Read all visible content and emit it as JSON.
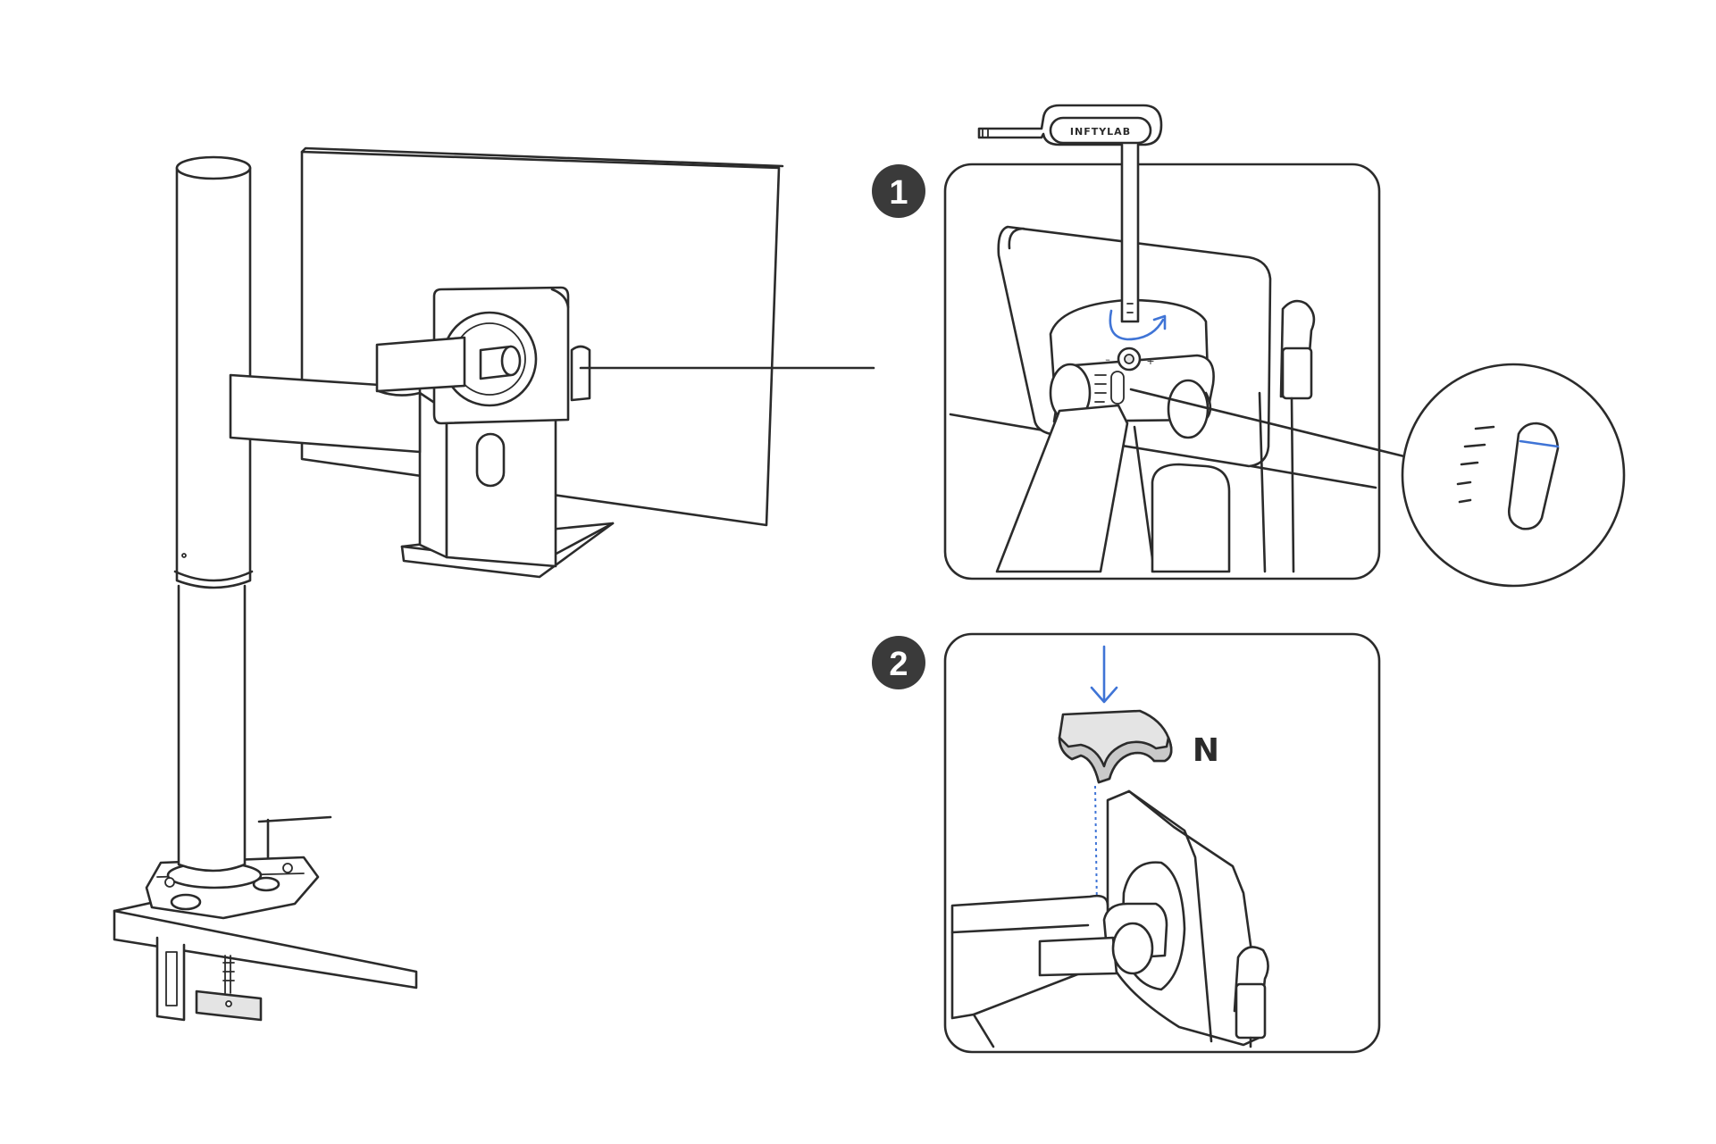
{
  "steps": [
    {
      "number": "1"
    },
    {
      "number": "2"
    }
  ],
  "wrench": {
    "brand": "INFTYLAB"
  },
  "knob": {
    "minus_symbol": "–",
    "plus_symbol": "+"
  },
  "part": {
    "label": "N"
  },
  "colors": {
    "line": "#2b2b2b",
    "accent": "#3f74d6",
    "badge": "#3a3a3a"
  },
  "icons": [
    "hex-wrench-icon",
    "rotate-arrow-icon",
    "down-arrow-icon"
  ]
}
